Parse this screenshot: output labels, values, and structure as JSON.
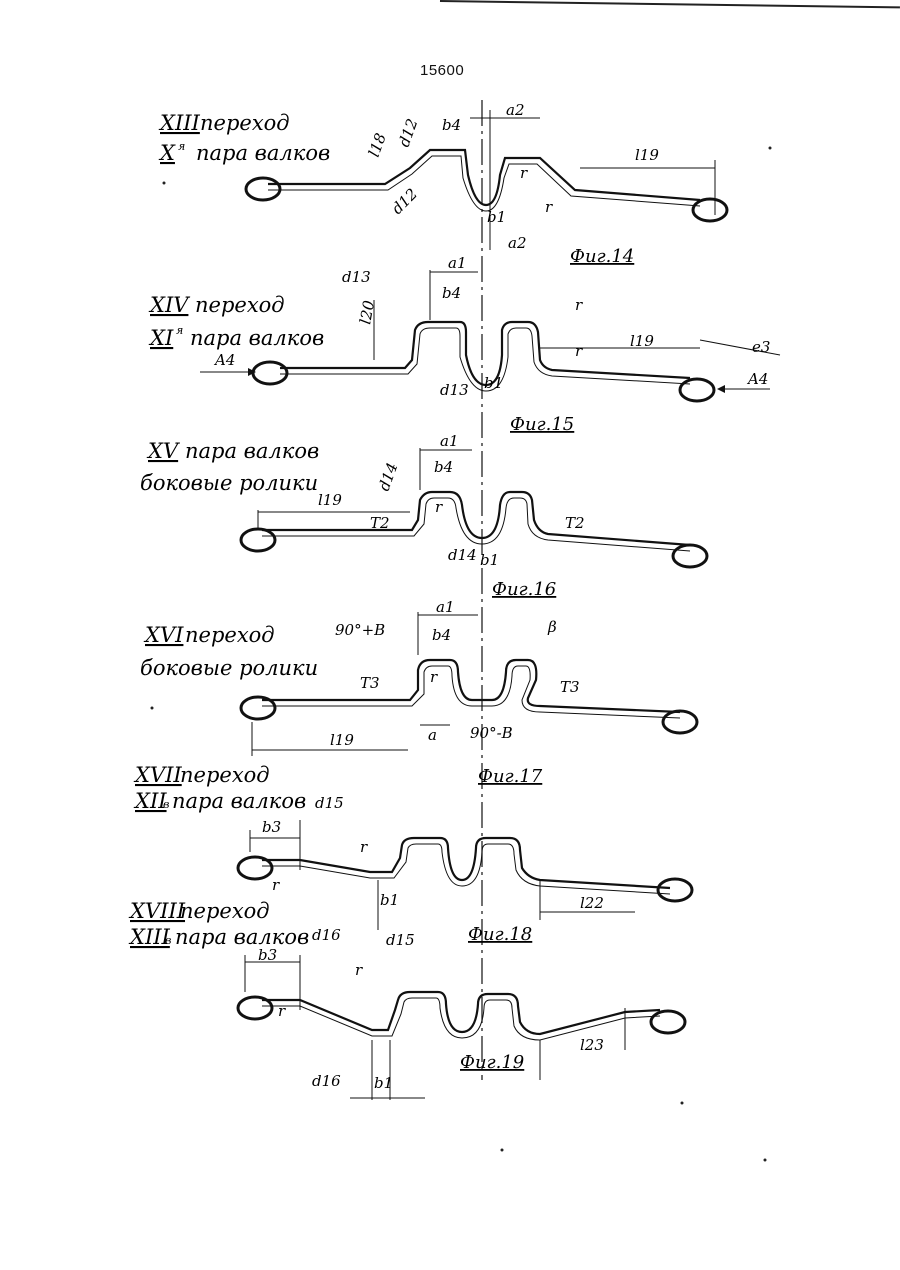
{
  "page_number": "15600",
  "figures": [
    {
      "fig_label": "Фиг.14",
      "caption": [
        {
          "roman": "XIII",
          "text": "переход"
        },
        {
          "roman": "X",
          "sup": "я",
          "text": "пара валков"
        }
      ],
      "labels": {
        "l18": "l18",
        "a12a": "d12",
        "b4": "b4",
        "a2top": "a2",
        "r1": "r",
        "l19": "l19",
        "a12b": "d12",
        "b1": "b1",
        "a2bot": "a2",
        "r2": "r"
      }
    },
    {
      "fig_label": "Фиг.15",
      "caption": [
        {
          "roman": "XIV",
          "text": "переход"
        },
        {
          "roman": "XI",
          "sup": "я",
          "text": "пара валков"
        }
      ],
      "labels": {
        "a13a": "d13",
        "l20": "l20",
        "a1": "a1",
        "b4": "b4",
        "r1": "r",
        "l19": "l19",
        "e3": "e3",
        "A4l": "A4",
        "A4r": "A4",
        "r2": "r",
        "a13b": "d13",
        "b1": "b1"
      }
    },
    {
      "fig_label": "Фиг.16",
      "caption": [
        {
          "roman": "XV",
          "text": "пара валков"
        },
        {
          "roman": "",
          "text": "боковые ролики"
        }
      ],
      "labels": {
        "a1": "a1",
        "b4": "b4",
        "a14a": "d14",
        "l19": "l19",
        "T2l": "T2",
        "T2r": "T2",
        "r": "r",
        "a14b": "d14",
        "b1": "b1"
      }
    },
    {
      "fig_label": "Фиг.17",
      "caption": [
        {
          "roman": "XVI",
          "text": "переход"
        },
        {
          "roman": "",
          "text": "боковые ролики"
        }
      ],
      "labels": {
        "a1": "a1",
        "b4": "b4",
        "ang1": "90°+B",
        "beta": "β",
        "T3l": "T3",
        "T3r": "T3",
        "l19": "l19",
        "a": "a",
        "ang2": "90°-B",
        "r": "r"
      }
    },
    {
      "fig_label": "Фиг.18",
      "caption": [
        {
          "roman": "XVII",
          "text": "переход"
        },
        {
          "roman": "XII",
          "sup": "в",
          "text": "пара валков"
        }
      ],
      "labels": {
        "a15a": "d15",
        "b3": "b3",
        "r1": "r",
        "r2": "r",
        "b1": "b1",
        "a15b": "d15",
        "l22": "l22"
      }
    },
    {
      "fig_label": "Фиг.19",
      "caption": [
        {
          "roman": "XVIII",
          "text": "переход"
        },
        {
          "roman": "XIII",
          "sup": "в",
          "text": "пара валков"
        }
      ],
      "labels": {
        "a16a": "d16",
        "b3": "b3",
        "r1": "r",
        "r2": "r",
        "l23": "l23",
        "a16b": "d16",
        "b1": "b1"
      }
    }
  ]
}
